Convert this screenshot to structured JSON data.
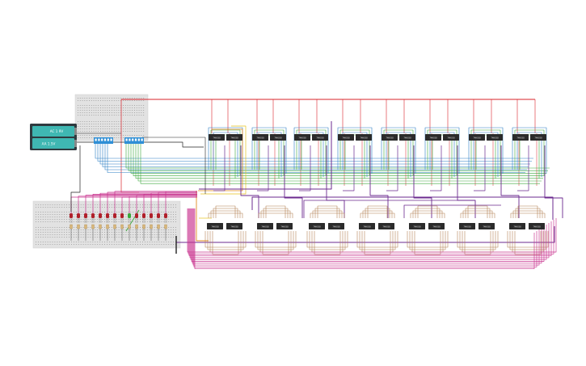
{
  "battery": {
    "top_label": "AC 1 9V",
    "bottom_label": "AA 1.5V"
  },
  "chip_label": "74HC08",
  "colors": {
    "background": "#ffffff",
    "breadboard": "#e2e2e2",
    "battery_body": "#2f3a3f",
    "battery_cell": "#3fb7b2",
    "dip_switch": "#2f8fd6",
    "chip": "#2b2b2b",
    "wire_red": "#d9232a",
    "wire_green": "#3aa83a",
    "wire_blue": "#2b7fc4",
    "wire_purple": "#6b2a8f",
    "wire_brown": "#b07a4a",
    "wire_magenta": "#c8328e",
    "wire_orange": "#e08a1e",
    "wire_yellow": "#e6c21e",
    "wire_black": "#222222",
    "led_red": "#b0202a",
    "led_green": "#3aa83a"
  }
}
